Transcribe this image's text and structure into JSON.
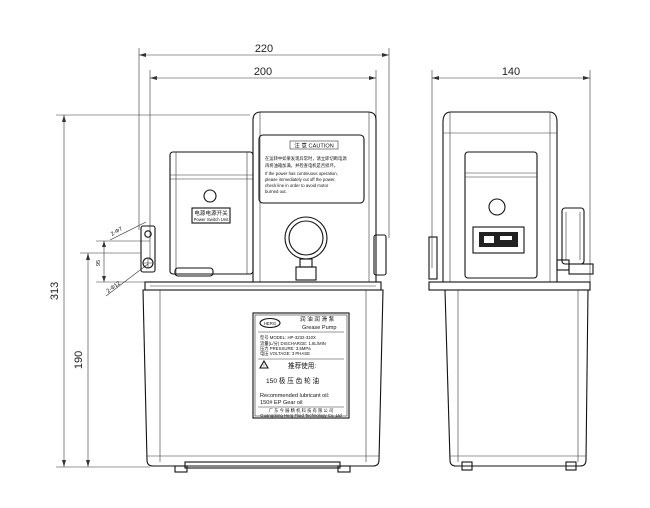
{
  "dimensions": {
    "overall_width": "220",
    "body_width": "200",
    "side_depth": "140",
    "total_height": "313",
    "tank_height": "190",
    "mount_spacing": "95",
    "hole_top": "2-Φ7",
    "hole_bottom": "2-Φ12"
  },
  "front_view": {
    "motor_plate": "电源电源开关",
    "motor_plate_sub": "Power Switch Unit",
    "caution": {
      "title": "注 意 CAUTION",
      "lines": [
        "在运转中如果发现异常时，请立即切断电源",
        "再将油箱加满，并检查电机是否损坏。",
        "If the power has continuous operation,",
        "please immediately cut off the power,",
        "check line in order to avoid motor",
        "burned out."
      ]
    },
    "nameplate": {
      "logo": "HERG",
      "title_cn": "润 油 润 滑 泵",
      "title_en": "Grease Pump",
      "model": "型号 MODEL: HP-3232-310X",
      "specs": [
        "流量(L/分) DISCHARGE: 1.8L/MIN",
        "压力 PRESSURE: 3.5MPa",
        "电压 VOLTAGE: 3 PHASE"
      ],
      "warning_cn": "推荐使用:",
      "oil_cn": "150 极 压 齿 轮 油",
      "recommend_en": "Recommended lubricant oil:",
      "recommend_en2": "150# EP Gear oil",
      "company_cn": "广 东 今 展 精 机 科 技 有 限 公 司",
      "company_en": "Guangdong Herg Fluid Technology Co.,Ltd"
    }
  }
}
